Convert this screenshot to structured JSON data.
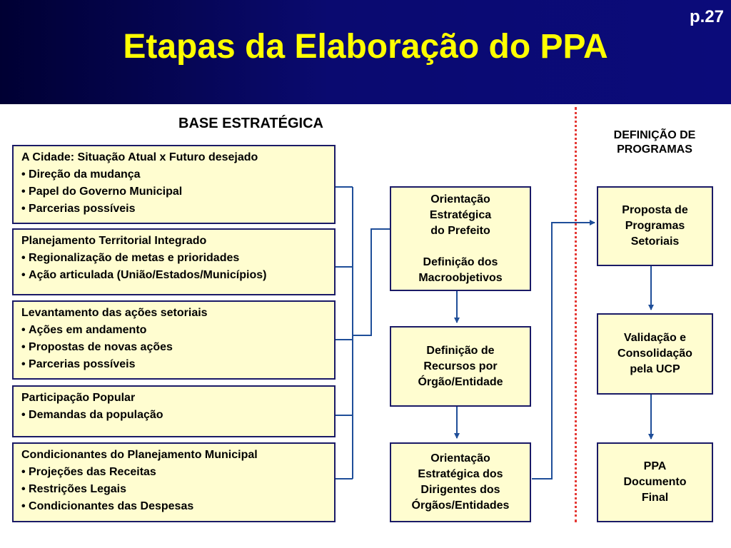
{
  "header": {
    "title": "Etapas da Elaboração do PPA",
    "page_number": "p.27"
  },
  "sections": {
    "base": "BASE ESTRATÉGICA",
    "definition": "DEFINIÇÃO DE\nPROGRAMAS"
  },
  "left_boxes": [
    {
      "title": "A Cidade: Situação Atual x Futuro desejado",
      "bullets": [
        "Direção da mudança",
        "Papel do Governo Municipal",
        "Parcerias possíveis"
      ]
    },
    {
      "title": "Planejamento Territorial Integrado",
      "bullets": [
        "Regionalização de metas e prioridades",
        "Ação articulada (União/Estados/Municípios)"
      ]
    },
    {
      "title": "Levantamento das ações setoriais",
      "bullets": [
        "Ações em andamento",
        "Propostas de novas ações",
        "Parcerias possíveis"
      ]
    },
    {
      "title": "Participação Popular",
      "bullets": [
        "Demandas da população"
      ]
    },
    {
      "title": "Condicionantes do Planejamento Municipal",
      "bullets": [
        "Projeções das Receitas",
        "Restrições Legais",
        "Condicionantes das Despesas"
      ]
    }
  ],
  "center_boxes": [
    "Orientação\nEstratégica\ndo Prefeito\n\nDefinição dos\nMacroobjetivos",
    "Definição de\nRecursos  por\nÓrgão/Entidade",
    "Orientação\nEstratégica dos\nDirigentes dos\nÓrgãos/Entidades"
  ],
  "right_boxes": [
    "Proposta de\nProgramas\nSetoriais",
    "Validação e\nConsolidação\npela UCP",
    "PPA\nDocumento\nFinal"
  ],
  "colors": {
    "header_bg": "#0a0a70",
    "title": "#ffff00",
    "box_fill": "#fffdd0",
    "box_border": "#1a1a66",
    "connector": "#1f4e99",
    "divider": "#e53935"
  }
}
